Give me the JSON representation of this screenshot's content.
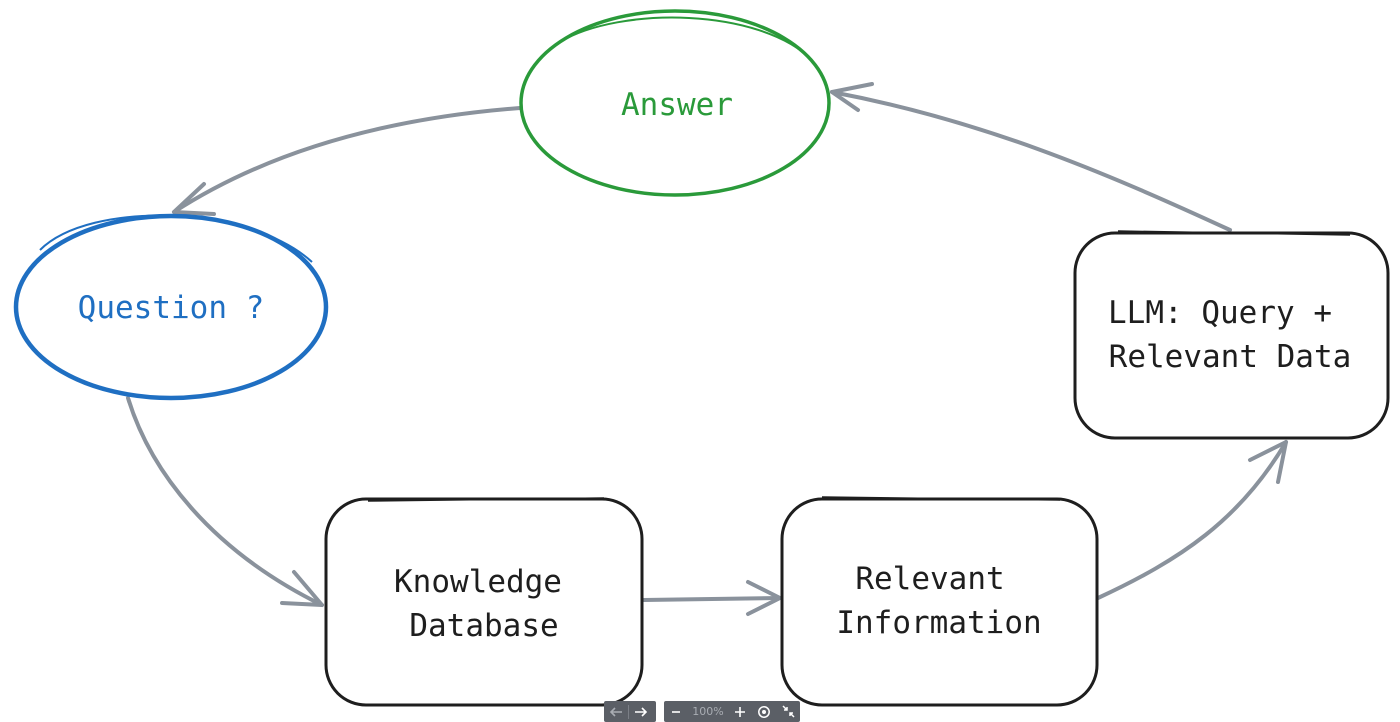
{
  "diagram": {
    "nodes": {
      "answer": {
        "label": "Answer",
        "color": "#2a9a3a"
      },
      "question": {
        "label": "Question ?",
        "color": "#1f6fc2"
      },
      "knowledge": {
        "line1": "Knowledge",
        "line2": "Database",
        "color": "#1e1e1e"
      },
      "relevant_info": {
        "line1": "Relevant",
        "line2": "Information",
        "color": "#1e1e1e"
      },
      "llm": {
        "line1": "LLM: Query +",
        "line2": "Relevant Data",
        "color": "#1e1e1e"
      }
    },
    "edge_color": "#8a929c"
  },
  "toolbar": {
    "back_icon": "arrow-left-icon",
    "forward_icon": "arrow-right-icon",
    "zoom_out_icon": "minus-icon",
    "zoom_level": "100%",
    "zoom_in_icon": "plus-icon",
    "fit_icon": "target-icon",
    "collapse_icon": "shrink-arrows-icon"
  }
}
